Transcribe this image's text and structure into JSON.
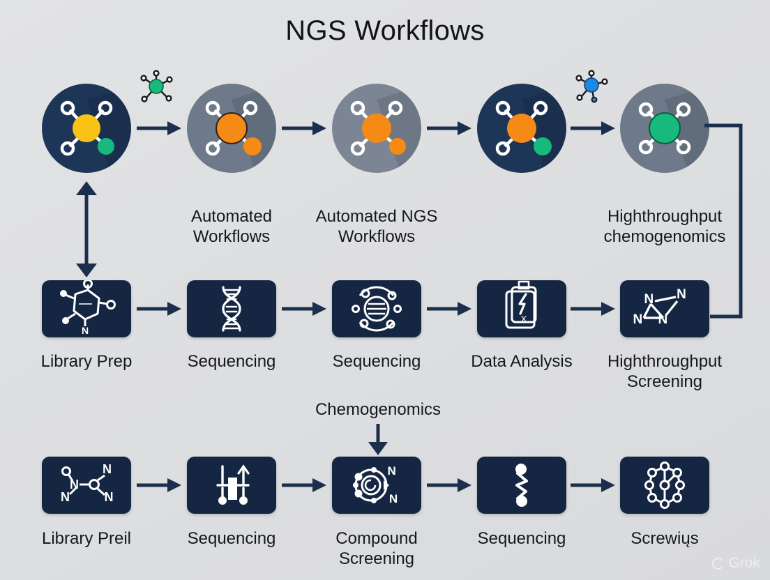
{
  "title": "NGS Workflows",
  "colors": {
    "background": "#e0e1e3",
    "navy": "#152642",
    "circle_dark": "#1d3557",
    "circle_gray": "#6e7a8a",
    "arrow": "#1b2f4d",
    "yellow": "#f9c316",
    "orange": "#f58a17",
    "green": "#17b97d",
    "blue": "#1e88e5",
    "icon_white": "#ffffff",
    "text": "#15181b"
  },
  "row1": {
    "nodes": [
      {
        "id": "node-1",
        "circle_fill": "#1d3557",
        "core_color": "#f9c316",
        "satellite_color": "#17b97d",
        "label": ""
      },
      {
        "id": "node-2",
        "circle_fill": "#6e7a8a",
        "core_color": "#f58a17",
        "satellite_color": "#f58a17",
        "label": "Automated\nWorkflows"
      },
      {
        "id": "node-3",
        "circle_fill": "#7b8594",
        "core_color": "#f58a17",
        "satellite_color": "#f58a17",
        "label": "Automated NGS\nWorkflows"
      },
      {
        "id": "node-4",
        "circle_fill": "#1d3557",
        "core_color": "#f58a17",
        "satellite_color": "#17b97d",
        "label": ""
      },
      {
        "id": "node-5",
        "circle_fill": "#6e7a8a",
        "core_color": "#17b97d",
        "satellite_color": "",
        "label": "Highthroughput\nchemogenomics"
      }
    ],
    "mini_molecules": [
      {
        "id": "mini-mol-green",
        "color": "#17b97d"
      },
      {
        "id": "mini-mol-blue",
        "color": "#1e88e5"
      }
    ]
  },
  "row2": {
    "steps": [
      {
        "id": "step-library-prep",
        "icon": "hexagon-molecule-icon",
        "label": "Library Prep"
      },
      {
        "id": "step-sequencing-1",
        "icon": "dna-helix-icon",
        "label": "Sequencing"
      },
      {
        "id": "step-sequencing-2",
        "icon": "circular-sequencing-icon",
        "label": "Sequencing"
      },
      {
        "id": "step-data-analysis",
        "icon": "clipboard-chart-icon",
        "label": "Data Analysis"
      },
      {
        "id": "step-hts",
        "icon": "triazole-n-icon",
        "label": "Highthroughput\nScreening"
      }
    ]
  },
  "connector": {
    "chemogenomics_label": "Chemogenomics"
  },
  "row3": {
    "steps": [
      {
        "id": "step-library-preil",
        "icon": "nitrogen-oxide-molecule-icon",
        "label": "Library Preil"
      },
      {
        "id": "step-sequencing-3",
        "icon": "bar-plot-icon",
        "label": "Sequencing"
      },
      {
        "id": "step-compound-screening",
        "icon": "gear-compound-icon",
        "label": "Compound\nScreening"
      },
      {
        "id": "step-sequencing-4",
        "icon": "zigzag-molecule-icon",
        "label": "Sequencing"
      },
      {
        "id": "step-screwius",
        "icon": "ring-network-icon",
        "label": "Screwiųs"
      }
    ]
  },
  "watermark": {
    "text": "Grok"
  }
}
